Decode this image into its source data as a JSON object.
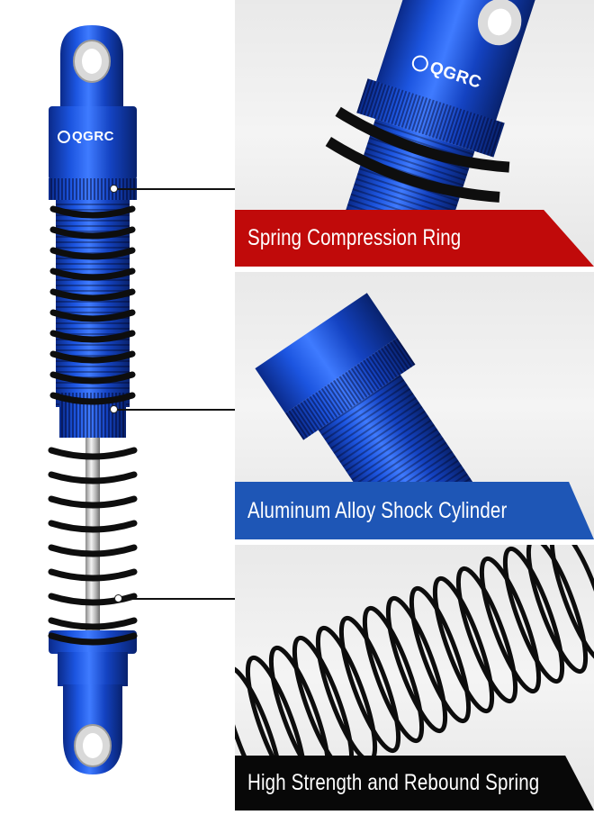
{
  "brand": {
    "logo_text": "QGRC"
  },
  "features": [
    {
      "label": "Spring Compression Ring",
      "banner_color": "#c00a0a"
    },
    {
      "label": "Aluminum Alloy Shock Cylinder",
      "banner_color": "#1e56b6"
    },
    {
      "label": "High Strength and Rebound Spring",
      "banner_color": "#080808"
    }
  ],
  "colors": {
    "anodized_blue": "#1446c8",
    "spring_black": "#111111",
    "shaft_silver": "#c8c8c8"
  },
  "icons": [
    "gear-logo-icon"
  ]
}
